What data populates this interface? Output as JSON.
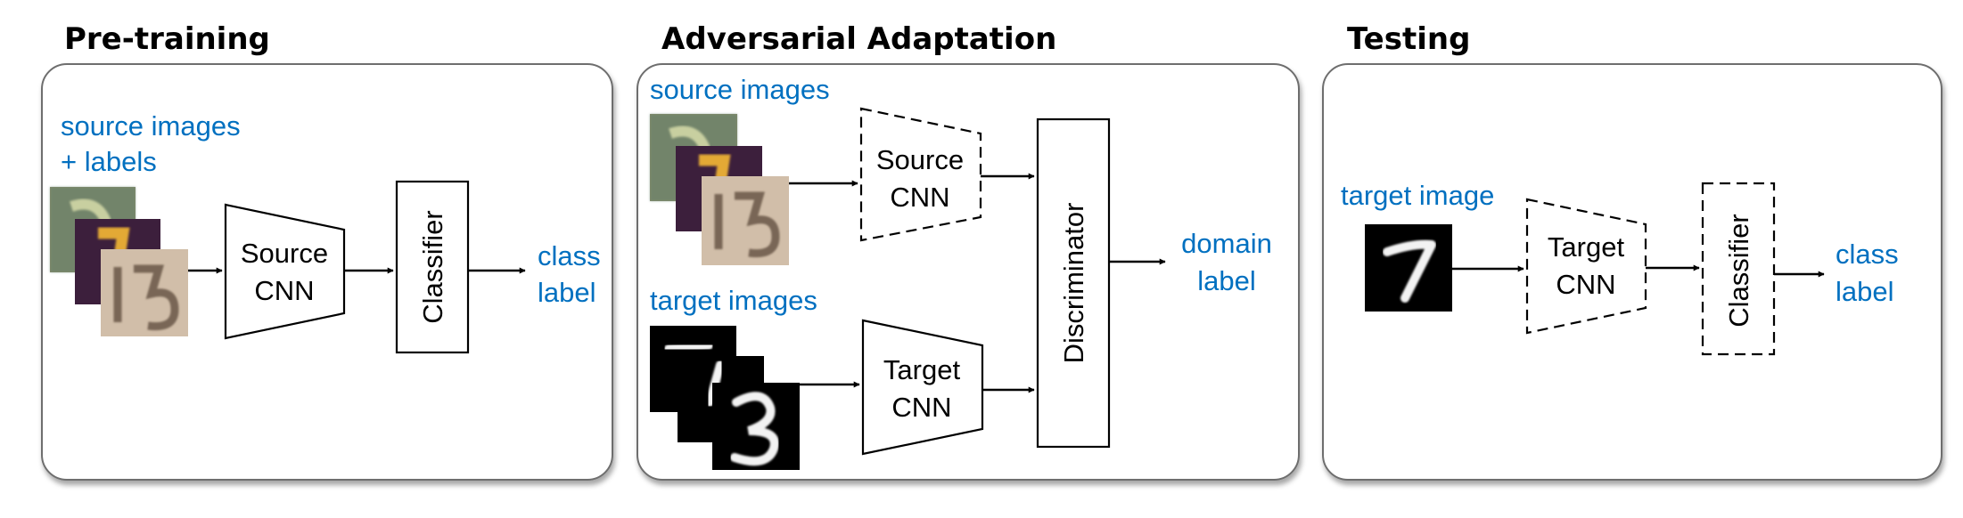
{
  "pretraining": {
    "title": "Pre-training",
    "input_label_line1": "source images",
    "input_label_line2": "+ labels",
    "encoder_line1": "Source",
    "encoder_line2": "CNN",
    "classifier": "Classifier",
    "output_line1": "class",
    "output_line2": "label"
  },
  "adaptation": {
    "title": "Adversarial Adaptation",
    "source_label": "source images",
    "source_encoder_line1": "Source",
    "source_encoder_line2": "CNN",
    "target_label": "target images",
    "target_encoder_line1": "Target",
    "target_encoder_line2": "CNN",
    "discriminator": "Discriminator",
    "output_line1": "domain",
    "output_line2": "label"
  },
  "testing": {
    "title": "Testing",
    "input_label": "target image",
    "encoder_line1": "Target",
    "encoder_line2": "CNN",
    "classifier": "Classifier",
    "output_line1": "class",
    "output_line2": "label"
  }
}
